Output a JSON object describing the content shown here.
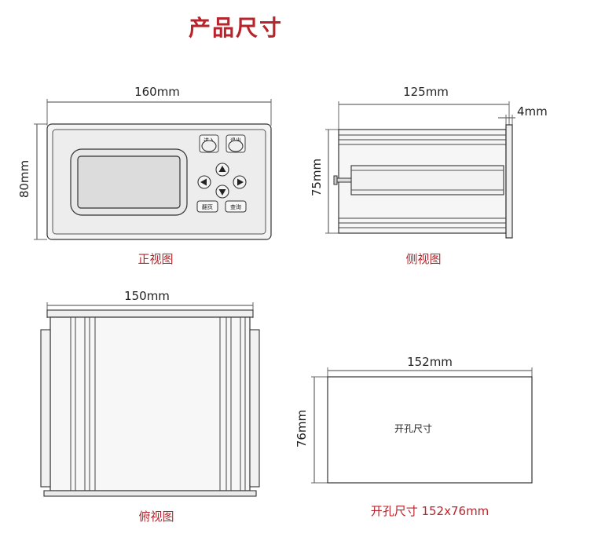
{
  "title": "产品尺寸",
  "front_view": {
    "caption": "正视图",
    "width_label": "160mm",
    "height_label": "80mm",
    "keys": {
      "enter": "进入",
      "exit": "退出",
      "recall": "翻页",
      "query": "查询"
    }
  },
  "side_view": {
    "caption": "侧视图",
    "depth_label": "125mm",
    "bezel_label": "4mm",
    "height_label": "75mm"
  },
  "top_view": {
    "caption": "俯视图",
    "width_label": "150mm"
  },
  "cutout": {
    "caption": "开孔尺寸 152x76mm",
    "inner_label": "开孔尺寸",
    "width_label": "152mm",
    "height_label": "76mm"
  },
  "colors": {
    "accent": "#b8242b",
    "line": "#333333",
    "panel_fill": "#f2f2f2",
    "screen_fill": "#e6e6e6"
  }
}
